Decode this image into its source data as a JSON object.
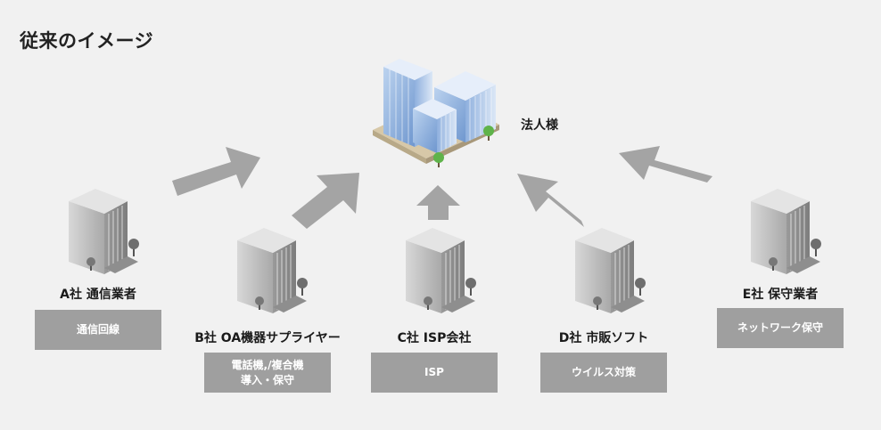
{
  "title": "従来のイメージ",
  "client": {
    "name": "法人様"
  },
  "vendors": [
    {
      "name": "A社 通信業者",
      "service": [
        "通信回線"
      ]
    },
    {
      "name": "B社 OA機器サプライヤー",
      "service": [
        "電話機,/複合機",
        "導入・保守"
      ]
    },
    {
      "name": "C社 ISP会社",
      "service": [
        "ISP"
      ]
    },
    {
      "name": "D社 市販ソフト",
      "service": [
        "ウイルス対策"
      ]
    },
    {
      "name": "E社 保守業者",
      "service": [
        "ネットワーク保守"
      ]
    }
  ]
}
